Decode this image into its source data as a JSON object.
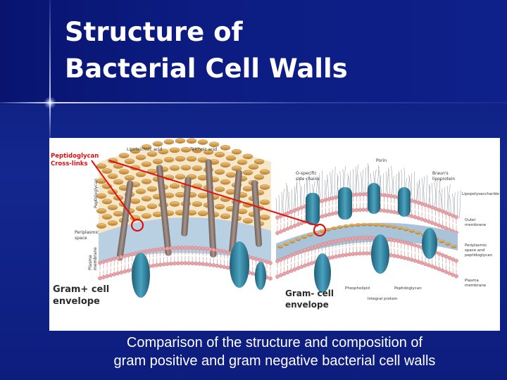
{
  "slide": {
    "title_line1": "Structure of",
    "title_line2": "Bacterial Cell Walls",
    "caption_line1": "Comparison of the structure and composition of",
    "caption_line2": "gram positive and gram negative bacterial cell walls"
  },
  "figure": {
    "callout_line1": "Peptidoglycan",
    "callout_line2": "Cross-links",
    "gram_pos": {
      "title_line1": "Gram+ cell",
      "title_line2": "envelope",
      "lipoteichoic_acid": "Lipoteichoic acid",
      "teichoic_acid": "Teichoic acid",
      "peptidoglycan": "Peptidoglycan",
      "periplasmic_space_line1": "Periplasmic",
      "periplasmic_space_line2": "space",
      "plasma_membrane_line1": "Plasma",
      "plasma_membrane_line2": "membrane"
    },
    "gram_neg": {
      "title_line1": "Gram- cell",
      "title_line2": "envelope",
      "porin": "Porin",
      "o_specific_line1": "O-specific",
      "o_specific_line2": "side chains",
      "braun_line1": "Braun's",
      "braun_line2": "lipoprotein",
      "lipopolysaccharide": "Lipopolysaccharide",
      "outer_membrane_line1": "Outer",
      "outer_membrane_line2": "membrane",
      "periplasmic_line1": "Periplasmic",
      "periplasmic_line2": "space and",
      "periplasmic_line3": "peptidoglycan",
      "plasma_membrane_line1": "Plasma",
      "plasma_membrane_line2": "membrane",
      "phospholipid": "Phospholipid",
      "peptidoglycan": "Peptidoglycan",
      "integral_protein": "Integral protein"
    },
    "colors": {
      "callout": "#e01010",
      "peptidoglycan": "#d49a3a",
      "membrane_head": "#e9a3a8",
      "protein": "#2e7f9a",
      "periplasm": "#a9c4d8"
    }
  }
}
